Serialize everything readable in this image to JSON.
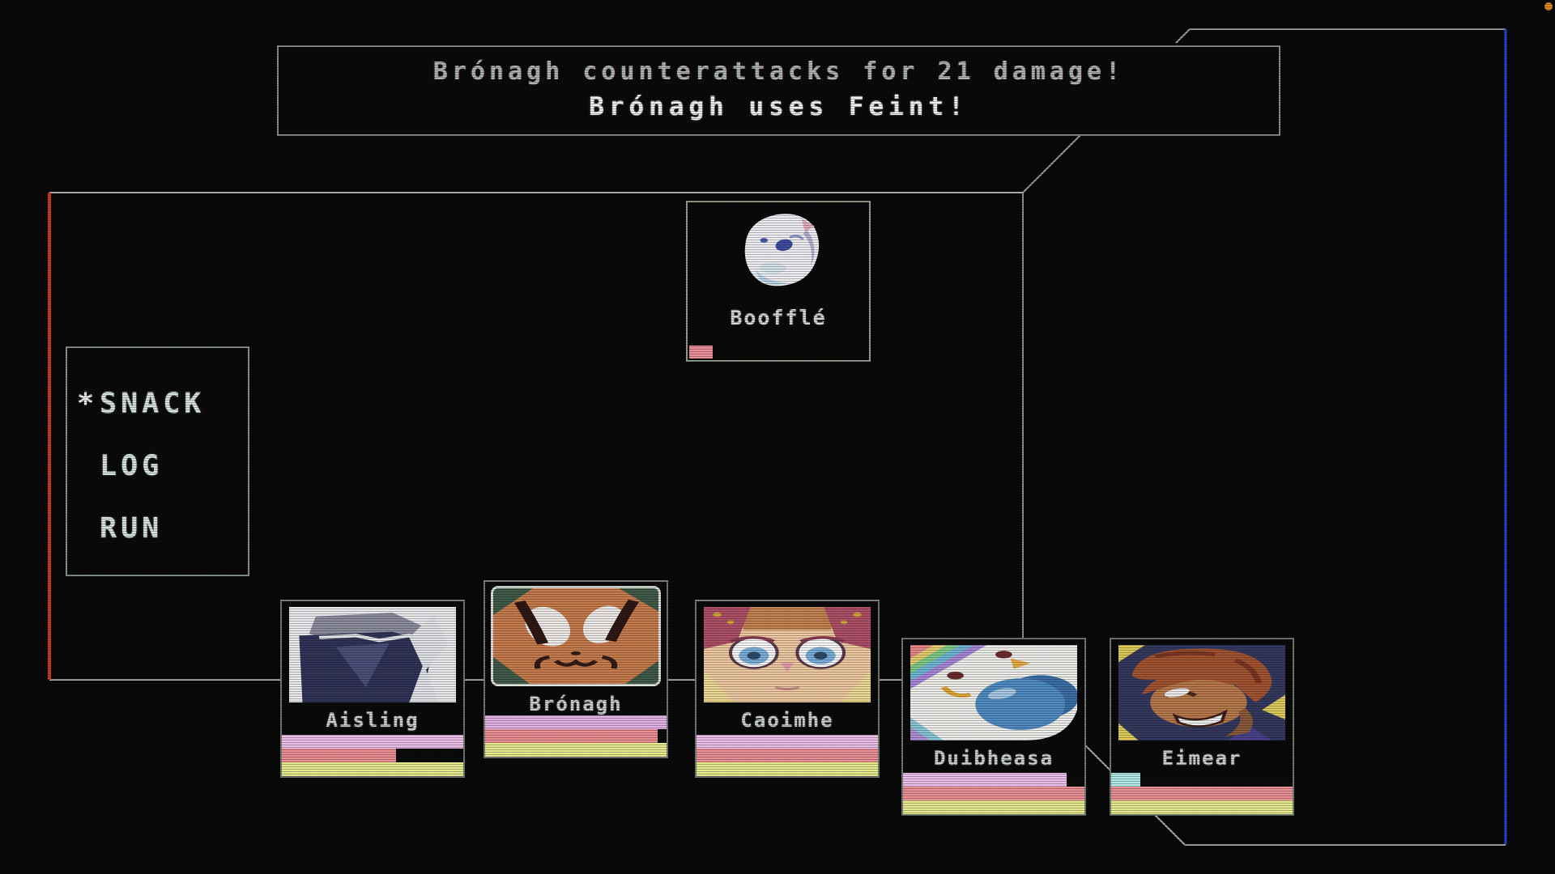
{
  "message_box": {
    "line1": "Brónagh counterattacks for 21 damage!",
    "line2": "Brónagh uses Feint!"
  },
  "menu": {
    "cursor": "*",
    "items": [
      {
        "label": "SNACK",
        "selected": true
      },
      {
        "label": "LOG",
        "selected": false
      },
      {
        "label": "RUN",
        "selected": false
      }
    ]
  },
  "enemy": {
    "name": "Boofflé",
    "portrait": "white-puff-creature",
    "hp": {
      "color": "#ef8f9b",
      "fill": 0.13
    }
  },
  "party": [
    {
      "name": "Aisling",
      "portrait": "navy-cloaked-figure",
      "active": false,
      "bars": [
        {
          "color": "#eec0ea",
          "fill": 1.0
        },
        {
          "color": "#ee8e93",
          "fill": 0.63
        },
        {
          "color": "#e9ec8e",
          "fill": 1.0
        }
      ]
    },
    {
      "name": "Brónagh",
      "portrait": "orange-cat-face",
      "active": true,
      "bars": [
        {
          "color": "#e6b2e8",
          "fill": 1.0
        },
        {
          "color": "#ee8e93",
          "fill": 0.95
        },
        {
          "color": "#e9ec8e",
          "fill": 1.0
        }
      ]
    },
    {
      "name": "Caoimhe",
      "portrait": "pink-haired-girl",
      "active": false,
      "bars": [
        {
          "color": "#eec0ea",
          "fill": 1.0
        },
        {
          "color": "#ee9095",
          "fill": 1.0
        },
        {
          "color": "#e9ec8e",
          "fill": 1.0
        }
      ]
    },
    {
      "name": "Duibheasa",
      "portrait": "white-bird-with-blueberry",
      "active": false,
      "bars": [
        {
          "color": "#eec0ea",
          "fill": 0.9
        },
        {
          "color": "#ee9095",
          "fill": 1.0
        },
        {
          "color": "#e9ec8e",
          "fill": 1.0
        }
      ]
    },
    {
      "name": "Eimear",
      "portrait": "auburn-haired-smiler",
      "active": false,
      "bars": [
        {
          "color": "#b2ecea",
          "fill": 0.16
        },
        {
          "color": "#ee9095",
          "fill": 1.0
        },
        {
          "color": "#e9ec8e",
          "fill": 1.0
        }
      ]
    }
  ],
  "frame_colors": {
    "left_border": "#cf3a17",
    "right_border": "#2442e0",
    "lines": "#aab0a6",
    "corner_dot": "#d98a1c"
  }
}
